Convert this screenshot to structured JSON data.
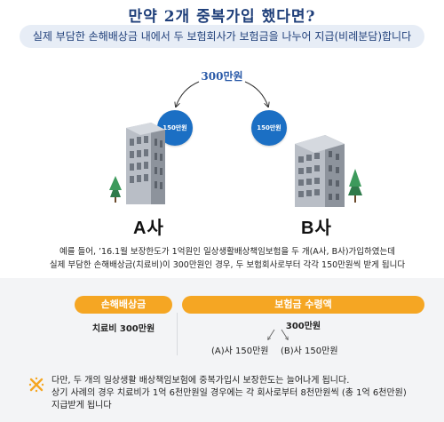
{
  "header": {
    "title": "만약 2개 중복가입 했다면?",
    "subtitle": "실제 부담한 손해배상금 내에서 두 보험회사가 보험금을 나누어 지급(비례분담)합니다"
  },
  "diagram": {
    "total_amount": "300만원",
    "company_a": {
      "name": "A사",
      "amount": "150만원"
    },
    "company_b": {
      "name": "B사",
      "amount": "150만원"
    }
  },
  "example": {
    "line1": "예를 들어, ’16.1월 보장한도가 1억원인 일상생활배상책임보험을 두 개(A사, B사)가입하였는데",
    "line2": "실제 부담한 손해배상금(치료비)이 300만원인 경우, 두 보험회사로부터 각각 150만원씩 받게 됩니다"
  },
  "summary": {
    "left_header": "손해배상금",
    "left_value": "치료비 300만원",
    "right_header": "보험금 수령액",
    "right_total": "300만원",
    "right_split_a": "(A)사 150만원",
    "right_split_b": "(B)사 150만원"
  },
  "note": {
    "icon": "x-mark-icon",
    "line1": "다만, 두 개의 일상생활 배상책임보험에 중복가입시 보장한도는 늘어나게 됩니다.",
    "line2": "상기 사례의 경우 치료비가 1억 6천만원일 경우에는 각 회사로부터 8천만원씩 (총 1억 6천만원)",
    "line3": "지급받게 됩니다"
  },
  "colors": {
    "title": "#1f3f7a",
    "badge": "#1b6fc4",
    "pill": "#f5a623",
    "panel": "#f3f4f6",
    "note_icon": "#f5a623"
  }
}
